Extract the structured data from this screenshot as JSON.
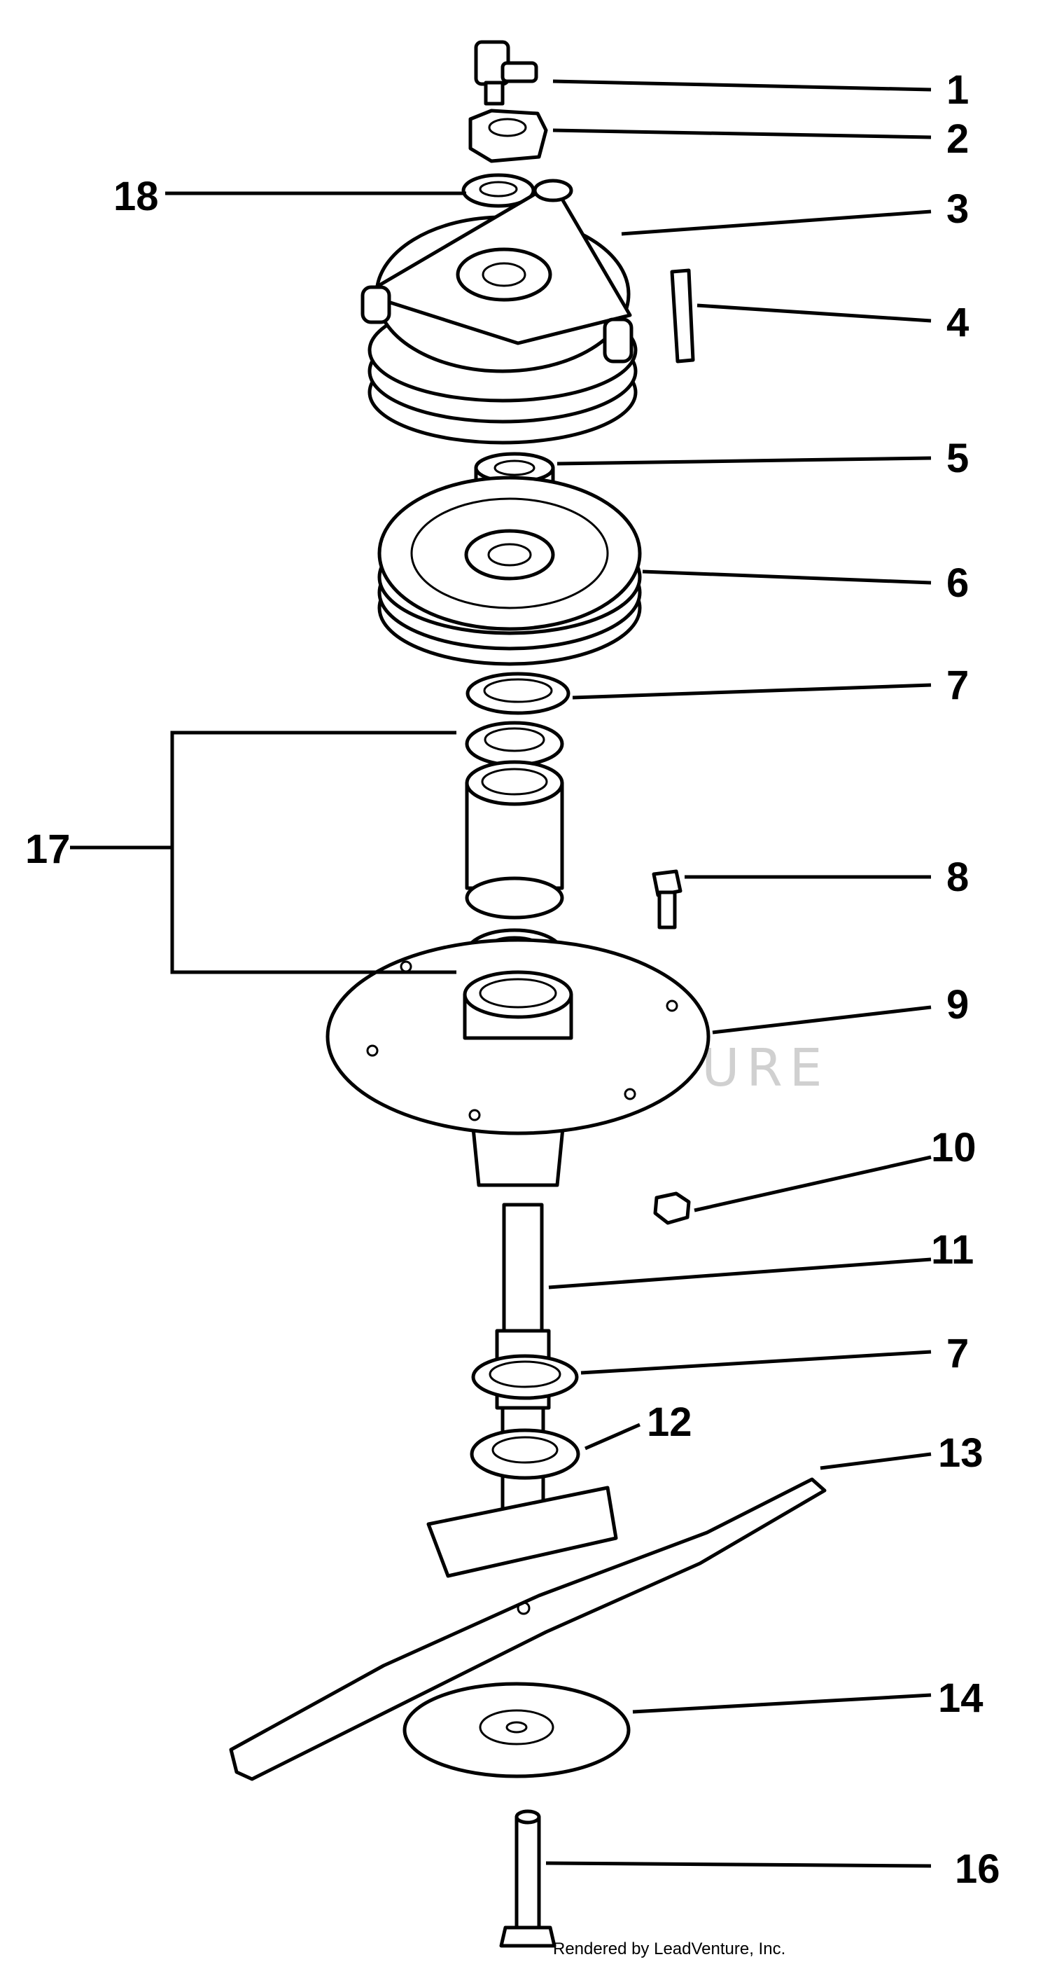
{
  "callouts": [
    {
      "label": "1"
    },
    {
      "label": "2"
    },
    {
      "label": "3"
    },
    {
      "label": "4"
    },
    {
      "label": "5"
    },
    {
      "label": "6"
    },
    {
      "label": "7"
    },
    {
      "label": "8"
    },
    {
      "label": "9"
    },
    {
      "label": "10"
    },
    {
      "label": "11"
    },
    {
      "label": "7"
    },
    {
      "label": "12"
    },
    {
      "label": "13"
    },
    {
      "label": "14"
    },
    {
      "label": "16"
    },
    {
      "label": "18"
    },
    {
      "label": "17"
    }
  ],
  "watermark": "LEADVENTURE",
  "credit": "Rendered by LeadVenture, Inc."
}
